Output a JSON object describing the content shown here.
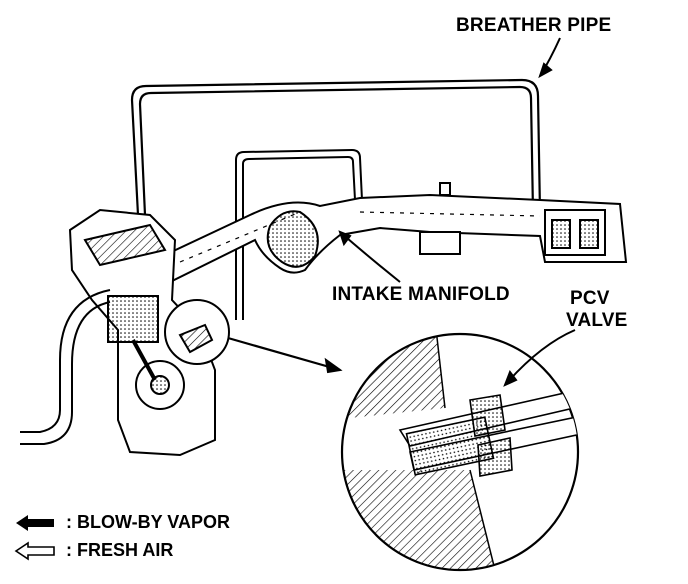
{
  "labels": {
    "breather_pipe": "BREATHER PIPE",
    "intake_manifold": "INTAKE MANIFOLD",
    "pcv_line1": "PCV",
    "pcv_line2": "VALVE"
  },
  "legend": {
    "blow_by": ": BLOW-BY VAPOR",
    "fresh_air": ": FRESH AIR"
  },
  "colors": {
    "ink": "#000000",
    "paper": "#ffffff"
  }
}
